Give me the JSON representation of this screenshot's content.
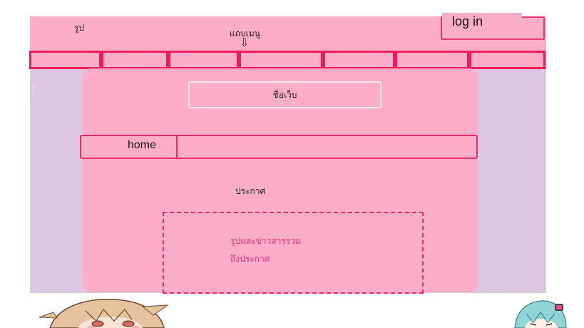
{
  "header": {
    "logo_placeholder": "รูป",
    "menu_bar_label": "แถบเมนู",
    "login_label": "log in"
  },
  "menu": {
    "items": [
      "",
      "",
      "",
      "",
      "",
      "",
      ""
    ]
  },
  "site_name_label": "ชื่อเว็บ",
  "nav": {
    "home_label": "home"
  },
  "announcement": {
    "section_label": "ประกาศ",
    "lines": [
      "รูปและข่าวสารรวม",
      "ถึงประกาศ"
    ]
  },
  "colors": {
    "page_pink": "#fcaec8",
    "side_lilac": "#dcc8e2",
    "border_red": "#ef1c5d",
    "text_pink": "#e8307a"
  },
  "decorations": {
    "left_character": "anime-girl-brown-hair",
    "right_character": "anime-girl-teal-hair"
  }
}
